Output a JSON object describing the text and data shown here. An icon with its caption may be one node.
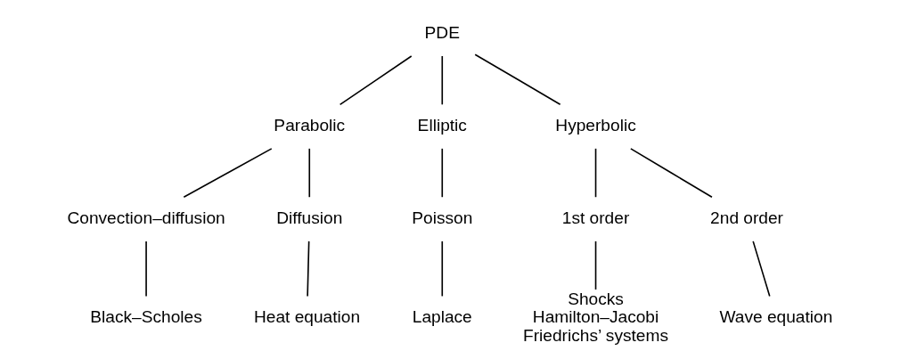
{
  "diagram": {
    "nodes": [
      {
        "text": [
          "PDE"
        ]
      },
      {
        "text": [
          "Parabolic"
        ]
      },
      {
        "text": [
          "Elliptic"
        ]
      },
      {
        "text": [
          "Hyperbolic"
        ]
      },
      {
        "text": [
          "Convection–diffusion"
        ]
      },
      {
        "text": [
          "Diffusion"
        ]
      },
      {
        "text": [
          "Poisson"
        ]
      },
      {
        "text": [
          "Laplace"
        ]
      },
      {
        "text": [
          "1st order"
        ]
      },
      {
        "text": [
          "2nd order"
        ]
      },
      {
        "text": [
          "Black–Scholes"
        ]
      },
      {
        "text": [
          "Heat equation"
        ]
      },
      {
        "text": [
          "Shocks",
          "Hamilton–Jacobi",
          "Friedrichs’ systems"
        ]
      },
      {
        "text": [
          "Wave equation"
        ]
      }
    ],
    "edges": [
      {
        "from": 0,
        "to": 1,
        "arrow": "none"
      },
      {
        "from": 0,
        "to": 2,
        "arrow": "none"
      },
      {
        "from": 0,
        "to": 3,
        "arrow": "none"
      },
      {
        "from": 1,
        "to": 4,
        "arrow": "none"
      },
      {
        "from": 1,
        "to": 5,
        "arrow": "none"
      },
      {
        "from": 2,
        "to": 6,
        "arrow": "none"
      },
      {
        "from": 6,
        "to": 7,
        "arrow": "none"
      },
      {
        "from": 3,
        "to": 8,
        "arrow": "none"
      },
      {
        "from": 3,
        "to": 9,
        "arrow": "none"
      },
      {
        "from": 4,
        "to": 10,
        "arrow": "none"
      },
      {
        "from": 5,
        "to": 11,
        "arrow": "none"
      },
      {
        "from": 8,
        "to": 12,
        "arrow": "none"
      },
      {
        "from": 9,
        "to": 13,
        "arrow": "none"
      }
    ]
  }
}
